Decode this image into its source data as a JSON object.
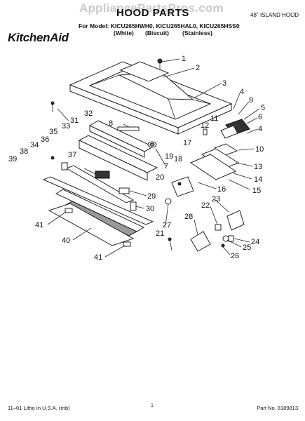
{
  "watermark": "AppliancePartsPros.com",
  "header": {
    "title": "HOOD PARTS",
    "model_type": "48\" ISLAND HOOD",
    "models_line": "For Model: KICU265HWH0, KICU265HAL0, KICU265HSS0",
    "variants": [
      "(White)",
      "(Biscuit)",
      "(Stainless)"
    ]
  },
  "logo_text": "KitchenAid",
  "callouts": [
    {
      "id": "1",
      "label": "1"
    },
    {
      "id": "2",
      "label": "2"
    },
    {
      "id": "3",
      "label": "3"
    },
    {
      "id": "4a",
      "label": "4"
    },
    {
      "id": "9",
      "label": "9"
    },
    {
      "id": "5",
      "label": "5"
    },
    {
      "id": "6",
      "label": "6"
    },
    {
      "id": "4b",
      "label": "4"
    },
    {
      "id": "10",
      "label": "10"
    },
    {
      "id": "11",
      "label": "11"
    },
    {
      "id": "12",
      "label": "12"
    },
    {
      "id": "13",
      "label": "13"
    },
    {
      "id": "14",
      "label": "14"
    },
    {
      "id": "15",
      "label": "15"
    },
    {
      "id": "16",
      "label": "16"
    },
    {
      "id": "17",
      "label": "17"
    },
    {
      "id": "18",
      "label": "18"
    },
    {
      "id": "19",
      "label": "19"
    },
    {
      "id": "20",
      "label": "20"
    },
    {
      "id": "7",
      "label": "7"
    },
    {
      "id": "8",
      "label": "8"
    },
    {
      "id": "31",
      "label": "31"
    },
    {
      "id": "32",
      "label": "32"
    },
    {
      "id": "33",
      "label": "33"
    },
    {
      "id": "35",
      "label": "35"
    },
    {
      "id": "36",
      "label": "36"
    },
    {
      "id": "34",
      "label": "34"
    },
    {
      "id": "38",
      "label": "38"
    },
    {
      "id": "37",
      "label": "37"
    },
    {
      "id": "39",
      "label": "39"
    },
    {
      "id": "29",
      "label": "29"
    },
    {
      "id": "30",
      "label": "30"
    },
    {
      "id": "41a",
      "label": "41"
    },
    {
      "id": "40",
      "label": "40"
    },
    {
      "id": "41b",
      "label": "41"
    },
    {
      "id": "27",
      "label": "27"
    },
    {
      "id": "28",
      "label": "28"
    },
    {
      "id": "21",
      "label": "21"
    },
    {
      "id": "22",
      "label": "22"
    },
    {
      "id": "23",
      "label": "23"
    },
    {
      "id": "24",
      "label": "24"
    },
    {
      "id": "25",
      "label": "25"
    },
    {
      "id": "26",
      "label": "26"
    }
  ],
  "footer": {
    "left": "11–01 Litho In U.S.A. (rnb)",
    "center": "1",
    "right": "Part No. 8189813"
  }
}
